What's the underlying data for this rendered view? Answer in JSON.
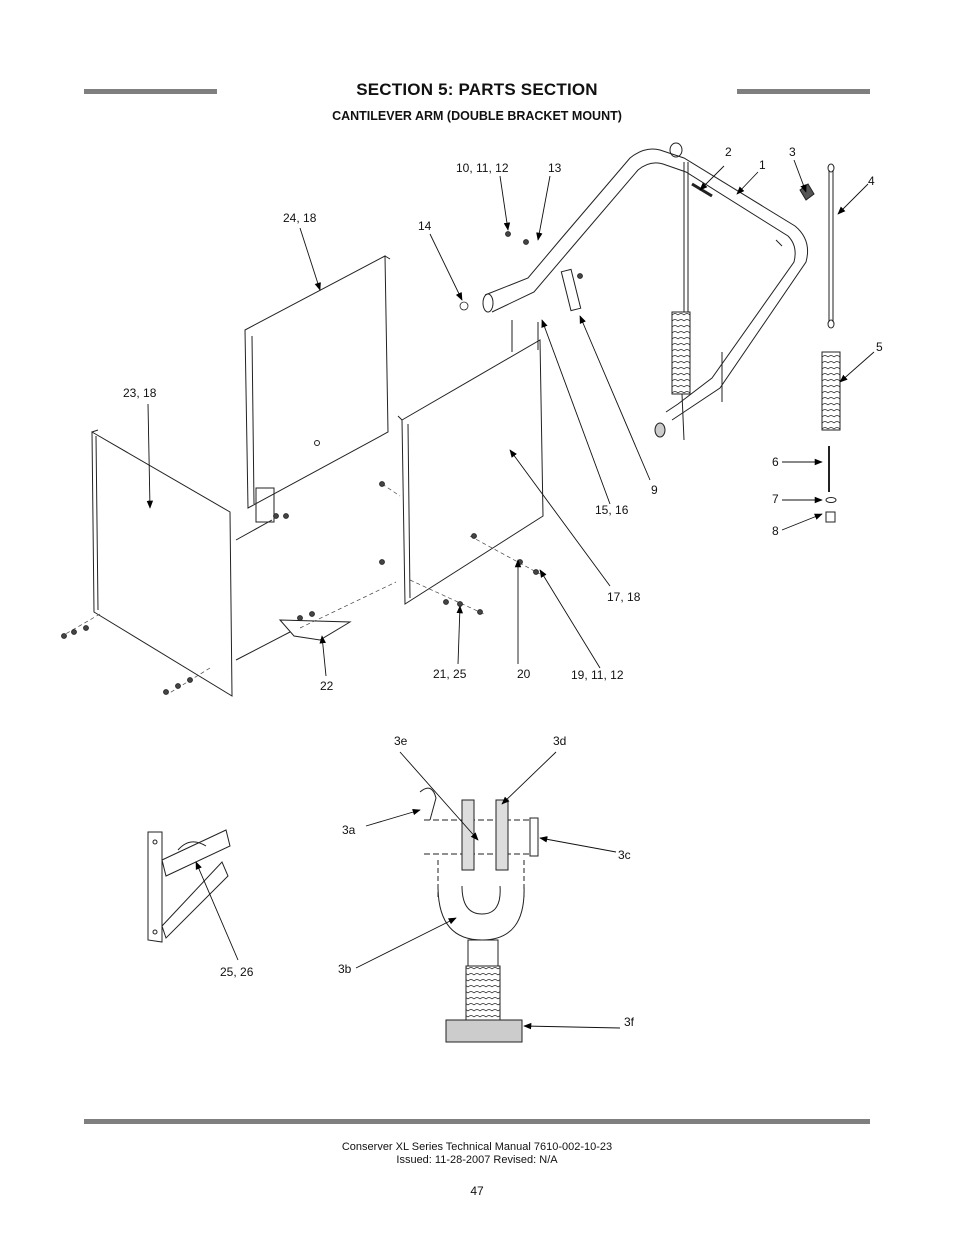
{
  "header": {
    "title": "SECTION 5: PARTS SECTION",
    "subtitle": "CANTILEVER ARM (DOUBLE BRACKET MOUNT)"
  },
  "callouts": {
    "c1": "1",
    "c2": "2",
    "c3": "3",
    "c4": "4",
    "c5": "5",
    "c6": "6",
    "c7": "7",
    "c8": "8",
    "c9": "9",
    "c10_11_12": "10, 11, 12",
    "c13": "13",
    "c14": "14",
    "c15_16": "15, 16",
    "c17_18": "17, 18",
    "c19_11_12": "19, 11, 12",
    "c20": "20",
    "c21_25": "21, 25",
    "c22": "22",
    "c23_18": "23, 18",
    "c24_18": "24, 18",
    "c25_26": "25, 26",
    "c3a": "3a",
    "c3b": "3b",
    "c3c": "3c",
    "c3d": "3d",
    "c3e": "3e",
    "c3f": "3f"
  },
  "footer": {
    "line1": "Conserver XL Series Technical Manual 7610-002-10-23",
    "line2": "Issued: 11-28-2007  Revised: N/A",
    "page": "47"
  }
}
